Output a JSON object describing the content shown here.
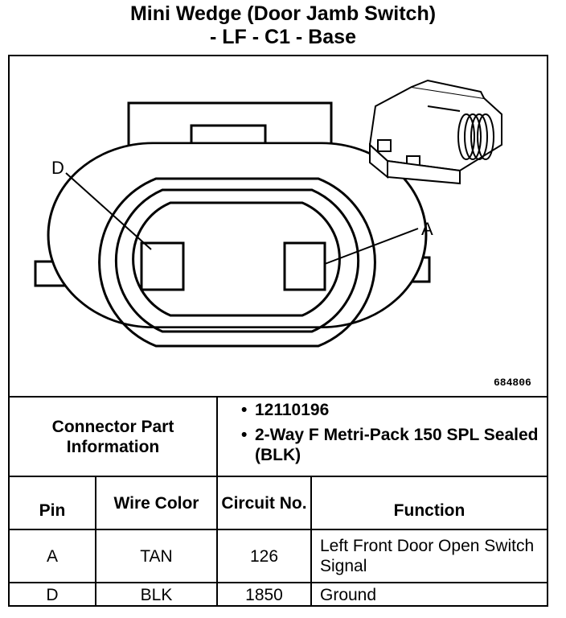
{
  "title": {
    "line1": "Mini Wedge (Door Jamb Switch)",
    "line2": "- LF - C1 - Base"
  },
  "diagram": {
    "pin_label_d": "D",
    "pin_label_a": "A",
    "figure_number": "684806"
  },
  "connector_part": {
    "header": "Connector Part Information",
    "part_number": "12110196",
    "description": "2-Way F Metri-Pack 150 SPL Sealed (BLK)",
    "bullet": "•"
  },
  "table": {
    "headers": {
      "pin": "Pin",
      "wire_color": "Wire Color",
      "circuit_no": "Circuit No.",
      "function": "Function"
    },
    "rows": [
      {
        "pin": "A",
        "wire_color": "TAN",
        "circuit_no": "126",
        "function": "Left Front Door Open Switch Signal"
      },
      {
        "pin": "D",
        "wire_color": "BLK",
        "circuit_no": "1850",
        "function": "Ground"
      }
    ]
  }
}
